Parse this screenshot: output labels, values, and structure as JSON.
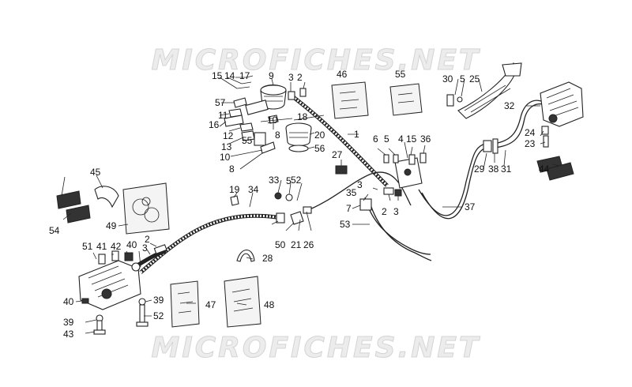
{
  "watermark": "MICROFICHES.NET",
  "labels": [
    {
      "id": "p1",
      "text": "1"
    },
    {
      "id": "p2a",
      "text": "2"
    },
    {
      "id": "p2b",
      "text": "2"
    },
    {
      "id": "p2c",
      "text": "2"
    },
    {
      "id": "p3a",
      "text": "3"
    },
    {
      "id": "p3b",
      "text": "3"
    },
    {
      "id": "p3c",
      "text": "3"
    },
    {
      "id": "p3d",
      "text": "3"
    },
    {
      "id": "p4",
      "text": "4"
    },
    {
      "id": "p5a",
      "text": "5"
    },
    {
      "id": "p5b",
      "text": "5"
    },
    {
      "id": "p5c",
      "text": "5"
    },
    {
      "id": "p6",
      "text": "6"
    },
    {
      "id": "p7",
      "text": "7"
    },
    {
      "id": "p8a",
      "text": "8"
    },
    {
      "id": "p8b",
      "text": "8"
    },
    {
      "id": "p9",
      "text": "9"
    },
    {
      "id": "p10a",
      "text": "10"
    },
    {
      "id": "p10b",
      "text": "10"
    },
    {
      "id": "p11",
      "text": "11"
    },
    {
      "id": "p12",
      "text": "12"
    },
    {
      "id": "p13",
      "text": "13"
    },
    {
      "id": "p14",
      "text": "14"
    },
    {
      "id": "p15a",
      "text": "15"
    },
    {
      "id": "p15b",
      "text": "15"
    },
    {
      "id": "p16",
      "text": "16"
    },
    {
      "id": "p17",
      "text": "17"
    },
    {
      "id": "p18",
      "text": "18"
    },
    {
      "id": "p19",
      "text": "19"
    },
    {
      "id": "p20",
      "text": "20"
    },
    {
      "id": "p21",
      "text": "21"
    },
    {
      "id": "p23",
      "text": "23"
    },
    {
      "id": "p24",
      "text": "24"
    },
    {
      "id": "p25",
      "text": "25"
    },
    {
      "id": "p26",
      "text": "26"
    },
    {
      "id": "p27",
      "text": "27"
    },
    {
      "id": "p28",
      "text": "28"
    },
    {
      "id": "p29",
      "text": "29"
    },
    {
      "id": "p30",
      "text": "30"
    },
    {
      "id": "p31",
      "text": "31"
    },
    {
      "id": "p32",
      "text": "32"
    },
    {
      "id": "p33",
      "text": "33"
    },
    {
      "id": "p34",
      "text": "34"
    },
    {
      "id": "p35",
      "text": "35"
    },
    {
      "id": "p36",
      "text": "36"
    },
    {
      "id": "p37",
      "text": "37"
    },
    {
      "id": "p38",
      "text": "38"
    },
    {
      "id": "p39a",
      "text": "39"
    },
    {
      "id": "p39b",
      "text": "39"
    },
    {
      "id": "p40a",
      "text": "40"
    },
    {
      "id": "p40b",
      "text": "40"
    },
    {
      "id": "p41",
      "text": "41"
    },
    {
      "id": "p42",
      "text": "42"
    },
    {
      "id": "p43",
      "text": "43"
    },
    {
      "id": "p44",
      "text": "44"
    },
    {
      "id": "p45",
      "text": "45"
    },
    {
      "id": "p46",
      "text": "46"
    },
    {
      "id": "p47",
      "text": "47"
    },
    {
      "id": "p48",
      "text": "48"
    },
    {
      "id": "p49",
      "text": "49"
    },
    {
      "id": "p50",
      "text": "50"
    },
    {
      "id": "p51",
      "text": "51"
    },
    {
      "id": "p52a",
      "text": "52"
    },
    {
      "id": "p52b",
      "text": "52"
    },
    {
      "id": "p53",
      "text": "53"
    },
    {
      "id": "p54",
      "text": "54"
    },
    {
      "id": "p55a",
      "text": "55"
    },
    {
      "id": "p55b",
      "text": "55"
    },
    {
      "id": "p56",
      "text": "56"
    },
    {
      "id": "p57",
      "text": "57"
    }
  ]
}
